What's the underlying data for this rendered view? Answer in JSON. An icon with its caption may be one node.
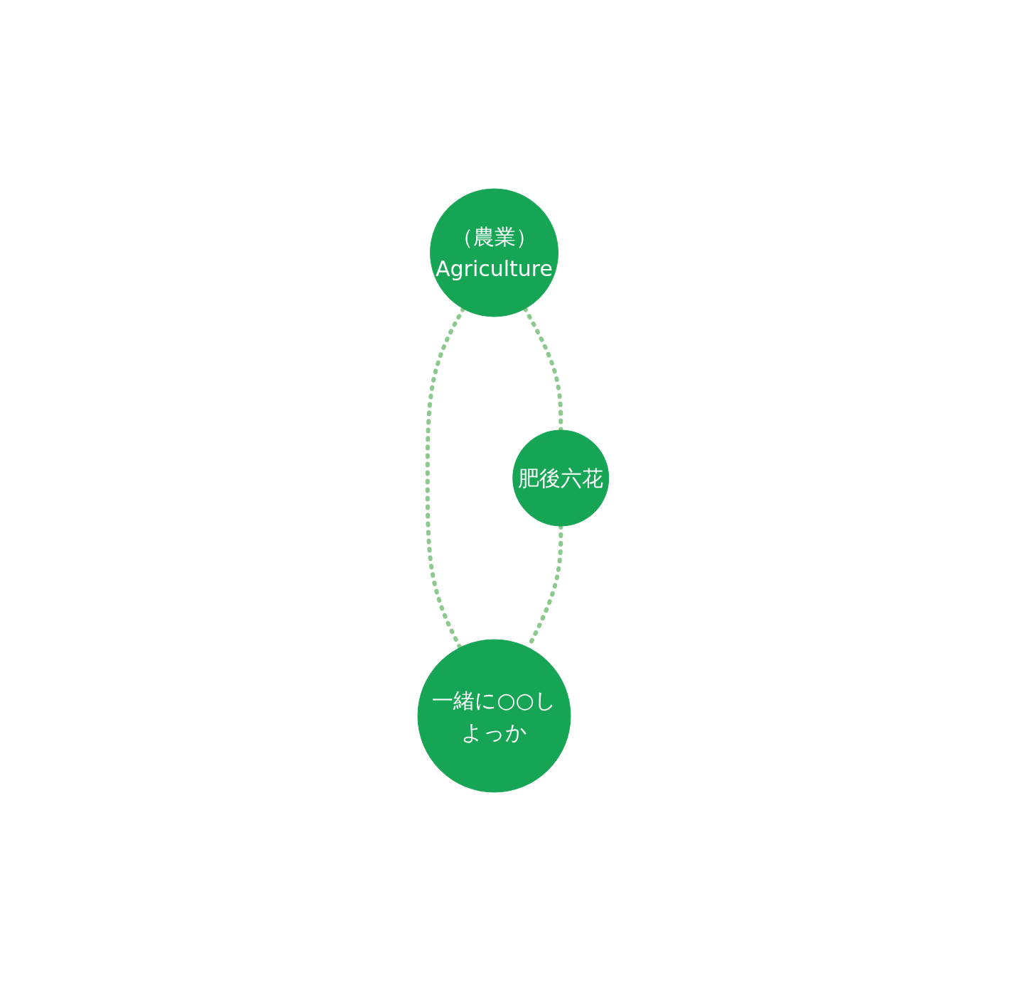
{
  "diagram": {
    "nodes": [
      {
        "text": [
          "（農業）",
          "Agriculture"
        ]
      },
      {
        "text": [
          "肥後六花"
        ]
      },
      {
        "text": [
          "一緒に○○しよっか"
        ]
      }
    ],
    "edges": [
      {
        "from": 0,
        "to": 1,
        "arrow": "none",
        "style": "dashed"
      },
      {
        "from": 0,
        "to": 2,
        "arrow": "none",
        "style": "dashed"
      },
      {
        "from": 1,
        "to": 2,
        "arrow": "none",
        "style": "dashed"
      }
    ]
  }
}
